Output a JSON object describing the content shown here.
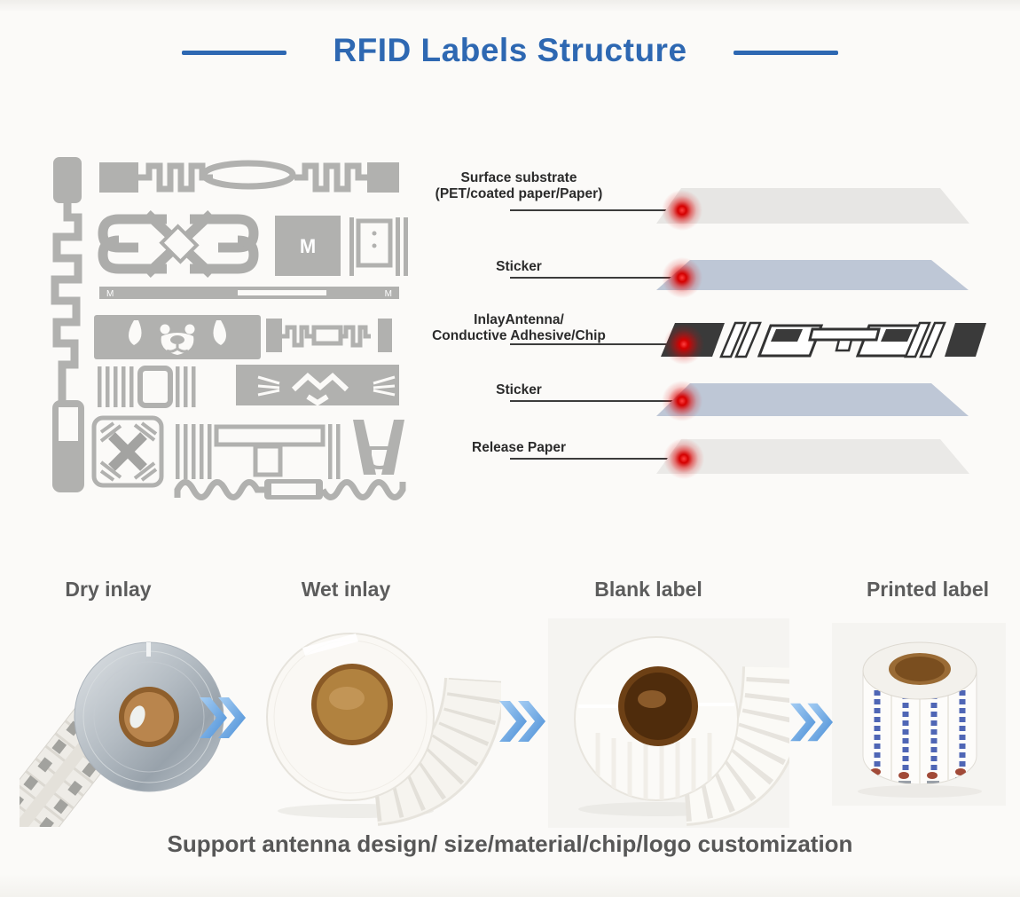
{
  "page": {
    "title": "RFID Labels Structure"
  },
  "palette": {
    "accent_blue": "#2e68b2",
    "arrow_blue_light": "#a6cef4",
    "arrow_blue_dark": "#4a8ed6",
    "pointer_red": "#d40000",
    "substrate_gray": "#e7e6e4",
    "sticker_blue_gray": "#bec7d6",
    "antenna_dark": "#3a3a3a",
    "collage_gray": "#b1b1af"
  },
  "layer_diagram": {
    "collage_icon": "rfid-antenna-designs-collage",
    "collage_marking": "M",
    "layers": [
      {
        "name": "surface-substrate",
        "label_line1": "Surface substrate",
        "label_line2": "(PET/coated paper/Paper)"
      },
      {
        "name": "sticker-top",
        "label_line1": "Sticker",
        "label_line2": ""
      },
      {
        "name": "inlay-antenna",
        "label_line1": "InlayAntenna/",
        "label_line2": "Conductive Adhesive/Chip"
      },
      {
        "name": "sticker-bottom",
        "label_line1": "Sticker",
        "label_line2": ""
      },
      {
        "name": "release-paper",
        "label_line1": "Release Paper",
        "label_line2": ""
      }
    ]
  },
  "process_flow": {
    "arrow_icon": "double-chevron-right",
    "steps": [
      {
        "label": "Dry inlay",
        "icon": "dry-inlay-roll"
      },
      {
        "label": "Wet inlay",
        "icon": "wet-inlay-roll"
      },
      {
        "label": "Blank label",
        "icon": "blank-label-roll"
      },
      {
        "label": "Printed label",
        "icon": "printed-label-roll"
      }
    ]
  },
  "footer": {
    "note": "Support antenna design/ size/material/chip/logo customization"
  }
}
